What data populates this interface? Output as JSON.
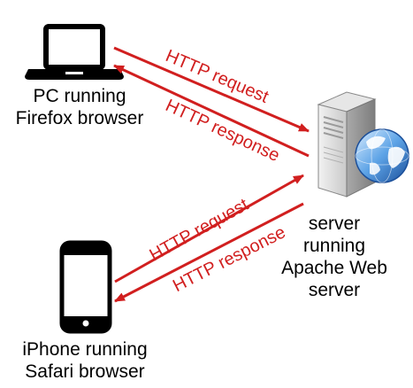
{
  "nodes": {
    "pc": {
      "label_lines": [
        "PC running",
        "Firefox browser"
      ],
      "icon": "laptop-icon"
    },
    "iphone": {
      "label_lines": [
        "iPhone running",
        "Safari browser"
      ],
      "icon": "smartphone-icon"
    },
    "server": {
      "label_lines": [
        "server",
        "running",
        "Apache Web",
        "server"
      ],
      "icon": "server-with-globe-icon"
    }
  },
  "edges": [
    {
      "from": "pc",
      "to": "server",
      "label": "HTTP request"
    },
    {
      "from": "server",
      "to": "pc",
      "label": "HTTP response"
    },
    {
      "from": "iphone",
      "to": "server",
      "label": "HTTP request"
    },
    {
      "from": "server",
      "to": "iphone",
      "label": "HTTP response"
    }
  ],
  "colors": {
    "arrow": "#d11f1f",
    "label": "#d11f1f",
    "text": "#000000"
  }
}
